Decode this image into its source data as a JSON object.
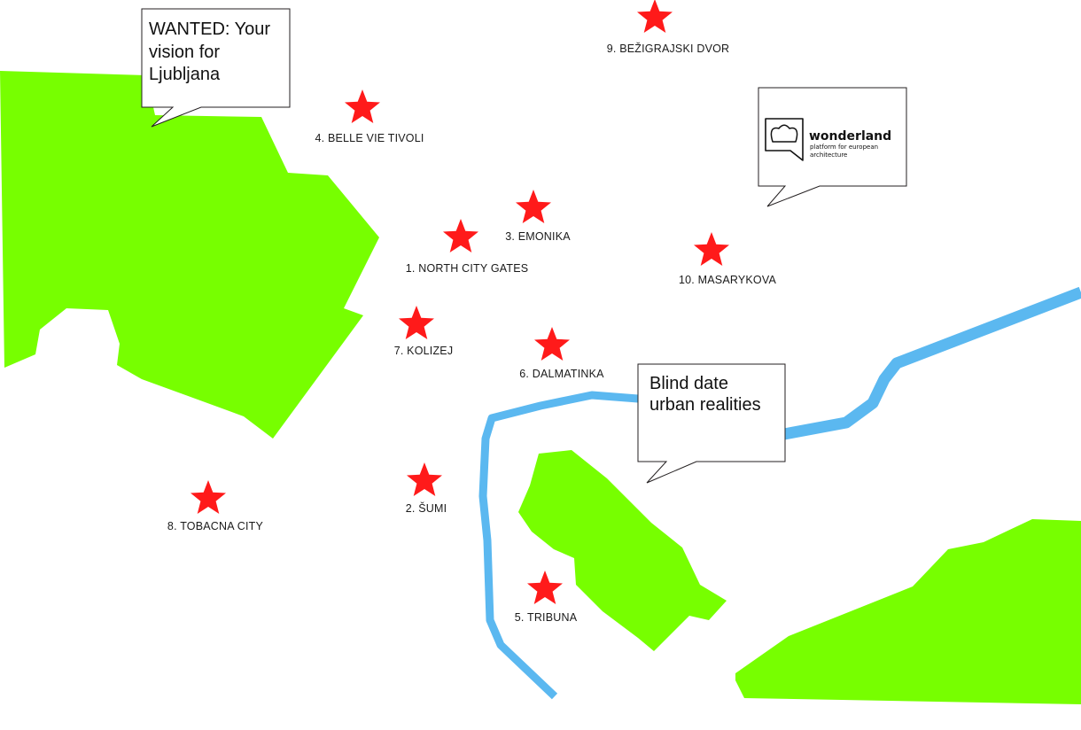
{
  "map": {
    "colors": {
      "background": "#ffffff",
      "park": "#77ff00",
      "river": "#5bb8f0",
      "star": "#ff1a1a",
      "text": "#1a1a1a"
    },
    "sites": [
      {
        "id": "1",
        "label": "1. NORTH CITY GATES"
      },
      {
        "id": "2",
        "label": "2. ŠUMI"
      },
      {
        "id": "3",
        "label": "3. EMONIKA"
      },
      {
        "id": "4",
        "label": "4. BELLE VIE TIVOLI"
      },
      {
        "id": "5",
        "label": "5. TRIBUNA"
      },
      {
        "id": "6",
        "label": "6. DALMATINKA"
      },
      {
        "id": "7",
        "label": "7. KOLIZEJ"
      },
      {
        "id": "8",
        "label": "8. TOBACNA CITY"
      },
      {
        "id": "9",
        "label": "9. BEŽIGRAJSKI DVOR"
      },
      {
        "id": "10",
        "label": "10. MASARYKOVA"
      }
    ],
    "bubbles": {
      "wanted": {
        "line1": "WANTED: Your",
        "line2": "vision for",
        "line3": "Ljubljana"
      },
      "blind_date": {
        "line1": "Blind date",
        "line2": "urban realities"
      }
    },
    "logo": {
      "title": "wonderland",
      "subtitle_line1": "platform for european",
      "subtitle_line2": "architecture",
      "icon": "wonderland-logo-icon"
    },
    "icons": {
      "site_marker": "star-icon"
    }
  }
}
